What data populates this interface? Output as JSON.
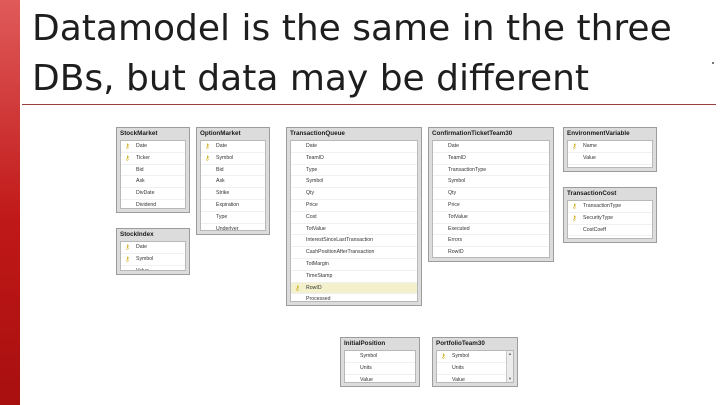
{
  "slide": {
    "title_line1": "Datamodel is the same in the three",
    "title_line2": "DBs, but data may be different",
    "accent_color": "#c01818"
  },
  "tables": {
    "stockmarket": {
      "name": "StockMarket",
      "rows": [
        {
          "label": "Date",
          "key": true
        },
        {
          "label": "Ticker",
          "key": true
        },
        {
          "label": "Bid",
          "key": false
        },
        {
          "label": "Ask",
          "key": false
        },
        {
          "label": "DivDate",
          "key": false
        },
        {
          "label": "Dividend",
          "key": false
        }
      ]
    },
    "optionmarket": {
      "name": "OptionMarket",
      "rows": [
        {
          "label": "Date",
          "key": true
        },
        {
          "label": "Symbol",
          "key": true
        },
        {
          "label": "Bid",
          "key": false
        },
        {
          "label": "Ask",
          "key": false
        },
        {
          "label": "Strike",
          "key": false
        },
        {
          "label": "Expiration",
          "key": false
        },
        {
          "label": "Type",
          "key": false
        },
        {
          "label": "Underlyer",
          "key": false
        }
      ]
    },
    "transactionqueue": {
      "name": "TransactionQueue",
      "rows": [
        {
          "label": "Date",
          "key": false
        },
        {
          "label": "TeamID",
          "key": false
        },
        {
          "label": "Type",
          "key": false
        },
        {
          "label": "Symbol",
          "key": false
        },
        {
          "label": "Qty",
          "key": false
        },
        {
          "label": "Price",
          "key": false
        },
        {
          "label": "Cost",
          "key": false
        },
        {
          "label": "TotValue",
          "key": false
        },
        {
          "label": "InterestSinceLastTransaction",
          "key": false
        },
        {
          "label": "CashPositionAfterTransaction",
          "key": false
        },
        {
          "label": "TotMargin",
          "key": false
        },
        {
          "label": "TimeStamp",
          "key": false
        },
        {
          "label": "RowID",
          "key": true
        },
        {
          "label": "Processed",
          "key": false
        }
      ]
    },
    "confirmation": {
      "name": "ConfirmationTicketTeam30",
      "rows": [
        {
          "label": "Date",
          "key": false
        },
        {
          "label": "TeamID",
          "key": false
        },
        {
          "label": "TransactionType",
          "key": false
        },
        {
          "label": "Symbol",
          "key": false
        },
        {
          "label": "Qty",
          "key": false
        },
        {
          "label": "Price",
          "key": false
        },
        {
          "label": "TotValue",
          "key": false
        },
        {
          "label": "Executed",
          "key": false
        },
        {
          "label": "Errors",
          "key": false
        },
        {
          "label": "RowID",
          "key": false
        }
      ]
    },
    "environment": {
      "name": "EnvironmentVariable",
      "rows": [
        {
          "label": "Name",
          "key": true
        },
        {
          "label": "Value",
          "key": false
        }
      ]
    },
    "transactioncost": {
      "name": "TransactionCost",
      "rows": [
        {
          "label": "TransactionType",
          "key": true
        },
        {
          "label": "SecurityType",
          "key": true
        },
        {
          "label": "CostCoeff",
          "key": false
        }
      ]
    },
    "stockindex": {
      "name": "StockIndex",
      "rows": [
        {
          "label": "Date",
          "key": true
        },
        {
          "label": "Symbol",
          "key": true
        },
        {
          "label": "Value",
          "key": false
        }
      ]
    },
    "initialposition": {
      "name": "InitialPosition",
      "rows": [
        {
          "label": "Symbol",
          "key": false
        },
        {
          "label": "Units",
          "key": false
        },
        {
          "label": "Value",
          "key": false
        }
      ]
    },
    "portfolio": {
      "name": "PortfolioTeam30",
      "rows": [
        {
          "label": "Symbol",
          "key": true
        },
        {
          "label": "Units",
          "key": false
        },
        {
          "label": "Value",
          "key": false
        }
      ]
    }
  }
}
